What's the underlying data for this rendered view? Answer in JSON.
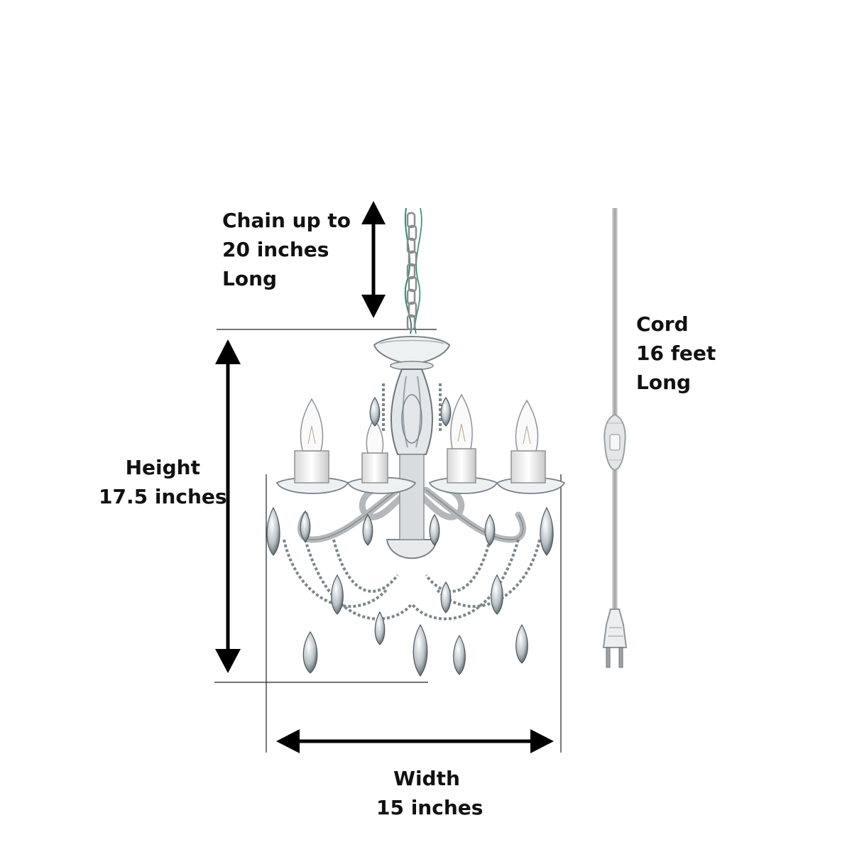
{
  "labels": {
    "chain": [
      "Chain up to",
      "20 inches",
      "Long"
    ],
    "height": [
      "Height",
      "17.5 inches"
    ],
    "cord": [
      "Cord",
      "16 feet",
      "Long"
    ],
    "width": [
      "Width",
      "15 inches"
    ]
  },
  "colors": {
    "text": "#111111",
    "arrow": "#000000",
    "guide_line": "#222222",
    "metal": "#c8c8c8",
    "crystal": "#9aa4aa"
  },
  "icons": {
    "chandelier": "chandelier-illustration",
    "plug": "plug-icon",
    "cord_switch": "inline-switch-icon"
  }
}
